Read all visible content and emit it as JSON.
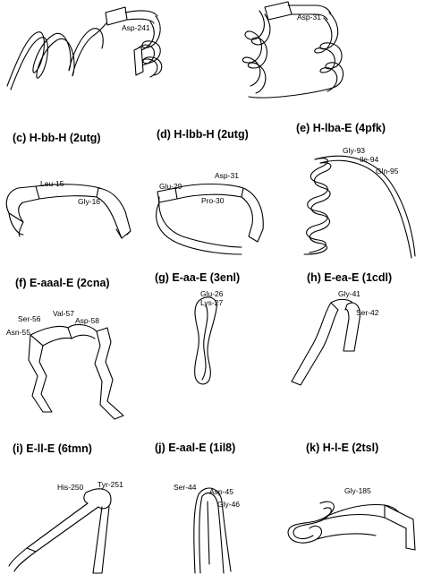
{
  "panels": {
    "a": {
      "labels": [
        "Asp-241"
      ]
    },
    "b": {
      "labels": [
        "Asp-31"
      ]
    },
    "c": {
      "caption": "(c) H-bb-H (2utg)",
      "labels": [
        "Leu-15",
        "Gly-16"
      ]
    },
    "d": {
      "caption": "(d) H-lbb-H (2utg)",
      "labels": [
        "Glu-29",
        "Asp-31",
        "Pro-30"
      ]
    },
    "e": {
      "caption": "(e) H-lba-E (4pfk)",
      "labels": [
        "Gly-93",
        "Ile-94",
        "Gln-95"
      ]
    },
    "f": {
      "caption": "(f) E-aaal-E (2cna)",
      "labels": [
        "Ser-56",
        "Val-57",
        "Asp-58",
        "Asn-55"
      ]
    },
    "g": {
      "caption": "(g) E-aa-E (3enl)",
      "labels": [
        "Glu-26",
        "Lys-27"
      ]
    },
    "h": {
      "caption": "(h) E-ea-E (1cdl)",
      "labels": [
        "Gly-41",
        "Ser-42"
      ]
    },
    "i": {
      "caption": "(i) E-ll-E (6tmn)",
      "labels": [
        "His-250",
        "Tyr-251"
      ]
    },
    "j": {
      "caption": "(j) E-aal-E (1il8)",
      "labels": [
        "Ser-44",
        "Asp-45",
        "Gly-46"
      ]
    },
    "k": {
      "caption": "(k) H-l-E (2tsl)",
      "labels": [
        "Gly-185"
      ]
    }
  }
}
